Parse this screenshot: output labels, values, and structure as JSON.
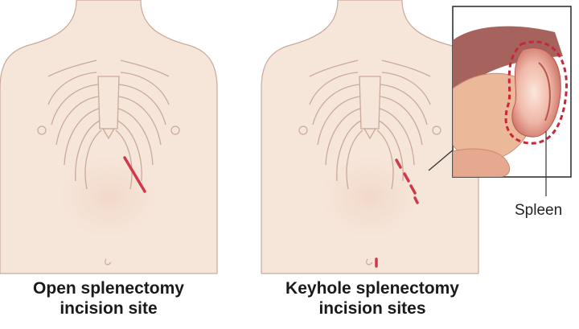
{
  "figures": [
    {
      "id": "open",
      "caption_lines": [
        "Open splenectomy",
        "incision site"
      ]
    },
    {
      "id": "keyhole",
      "caption_lines": [
        "Keyhole splenectomy",
        "incision sites"
      ]
    }
  ],
  "inset": {
    "label": "Spleen"
  },
  "colors": {
    "skin": "#f6e6da",
    "skin_shadow": "#efd2bf",
    "bone_line": "#c9a99a",
    "incision": "#d0384b",
    "spleen_outline": "#c8263a",
    "organ_stomach": "#ecb89a",
    "organ_liver": "#a6625c"
  }
}
